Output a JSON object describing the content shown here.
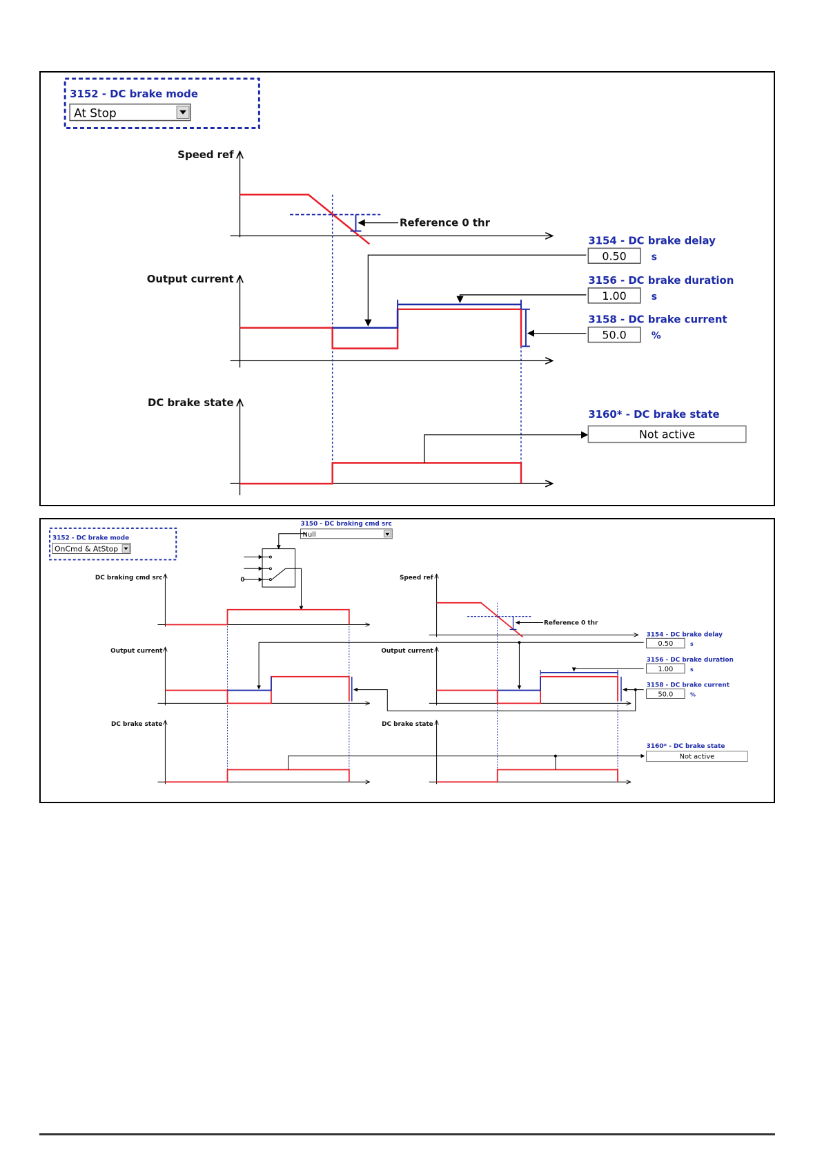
{
  "panel1": {
    "mode": {
      "label": "3152 - DC brake mode",
      "value": "At Stop"
    },
    "axes": {
      "speed_ref": "Speed ref",
      "output_current": "Output current",
      "dc_brake_state": "DC brake state"
    },
    "reference_thr": "Reference 0 thr",
    "params": {
      "delay": {
        "label": "3154 - DC brake delay",
        "value": "0.50",
        "unit": "s"
      },
      "duration": {
        "label": "3156 - DC brake duration",
        "value": "1.00",
        "unit": "s"
      },
      "current": {
        "label": "3158 - DC brake current",
        "value": "50.0",
        "unit": "%"
      },
      "state": {
        "label": "3160* - DC brake state",
        "value": "Not active"
      }
    }
  },
  "panel2": {
    "mode": {
      "label": "3152 - DC brake mode",
      "value": "OnCmd & AtStop"
    },
    "cmd_src": {
      "label": "3150 - DC braking cmd src",
      "value": "Null"
    },
    "switch_input": "0",
    "axes": {
      "cmd_src": "DC braking cmd src",
      "output_current_left": "Output current",
      "dc_brake_state_left": "DC brake state",
      "speed_ref": "Speed ref",
      "output_current_right": "Output current",
      "dc_brake_state_right": "DC brake state"
    },
    "reference_thr": "Reference 0 thr",
    "params": {
      "delay": {
        "label": "3154 - DC brake delay",
        "value": "0.50",
        "unit": "s"
      },
      "duration": {
        "label": "3156 - DC brake duration",
        "value": "1.00",
        "unit": "s"
      },
      "current": {
        "label": "3158 - DC brake current",
        "value": "50.0",
        "unit": "%"
      },
      "state": {
        "label": "3160* - DC brake state",
        "value": "Not active"
      }
    }
  },
  "colors": {
    "signal": "#e8202a",
    "brake": "#1c2aa8",
    "marker": "#1c2aa8",
    "param_label": "#1c2aa8"
  }
}
